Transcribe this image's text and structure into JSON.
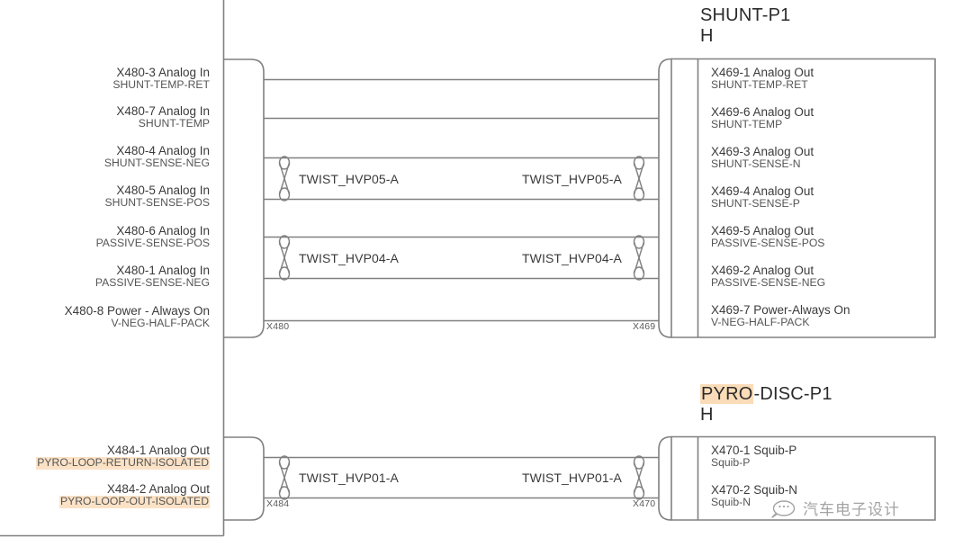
{
  "diagram": {
    "title_note": "Harness connection diagram",
    "line_color": "#808080",
    "text_color": "#3b3b3b",
    "highlight_color": "#fbdcb8"
  },
  "blocks": [
    {
      "id": "shunt",
      "title": "SHUNT-P1",
      "title_sub": "H",
      "title_highlight": "",
      "left_connector_ref": "X480",
      "right_connector_ref": "X469",
      "left_pins": [
        {
          "id": "X480-3 Analog In",
          "net": "SHUNT-TEMP-RET"
        },
        {
          "id": "X480-7 Analog In",
          "net": "SHUNT-TEMP"
        },
        {
          "id": "X480-4 Analog In",
          "net": "SHUNT-SENSE-NEG"
        },
        {
          "id": "X480-5 Analog In",
          "net": "SHUNT-SENSE-POS"
        },
        {
          "id": "X480-6 Analog In",
          "net": "PASSIVE-SENSE-POS"
        },
        {
          "id": "X480-1 Analog In",
          "net": "PASSIVE-SENSE-NEG"
        },
        {
          "id": "X480-8 Power - Always On",
          "net": "V-NEG-HALF-PACK"
        }
      ],
      "right_pins": [
        {
          "id": "X469-1 Analog Out",
          "net": "SHUNT-TEMP-RET"
        },
        {
          "id": "X469-6 Analog Out",
          "net": "SHUNT-TEMP"
        },
        {
          "id": "X469-3 Analog Out",
          "net": "SHUNT-SENSE-N"
        },
        {
          "id": "X469-4 Analog Out",
          "net": "SHUNT-SENSE-P"
        },
        {
          "id": "X469-5 Analog Out",
          "net": "PASSIVE-SENSE-POS"
        },
        {
          "id": "X469-2 Analog Out",
          "net": "PASSIVE-SENSE-NEG"
        },
        {
          "id": "X469-7 Power-Always On",
          "net": "V-NEG-HALF-PACK"
        }
      ],
      "twists": [
        {
          "name": "TWIST_HVP05-A",
          "pins": [
            3,
            4
          ]
        },
        {
          "name": "TWIST_HVP04-A",
          "pins": [
            5,
            6
          ]
        }
      ]
    },
    {
      "id": "pyro",
      "title": "PYRO-DISC-P1",
      "title_sub": "H",
      "title_highlight": "PYRO",
      "title_rest": "-DISC-P1",
      "left_connector_ref": "X484",
      "right_connector_ref": "X470",
      "left_pins": [
        {
          "id": "X484-1 Analog Out",
          "net": "PYRO-LOOP-RETURN-ISOLATED",
          "net_highlight": "PYRO"
        },
        {
          "id": "X484-2 Analog Out",
          "net": "PYRO-LOOP-OUT-ISOLATED",
          "net_highlight": "PYRO"
        }
      ],
      "right_pins": [
        {
          "id": "X470-1 Squib-P",
          "net": "Squib-P"
        },
        {
          "id": "X470-2 Squib-N",
          "net": "Squib-N"
        }
      ],
      "twists": [
        {
          "name": "TWIST_HVP01-A",
          "pins": [
            1,
            2
          ]
        }
      ]
    }
  ],
  "twist_labels": {
    "t05_left": "TWIST_HVP05-A",
    "t05_right": "TWIST_HVP05-A",
    "t04_left": "TWIST_HVP04-A",
    "t04_right": "TWIST_HVP04-A",
    "t01_left": "TWIST_HVP01-A",
    "t01_right": "TWIST_HVP01-A"
  },
  "watermark": {
    "text": "汽车电子设计",
    "icon": "speech-bubble-icon"
  }
}
